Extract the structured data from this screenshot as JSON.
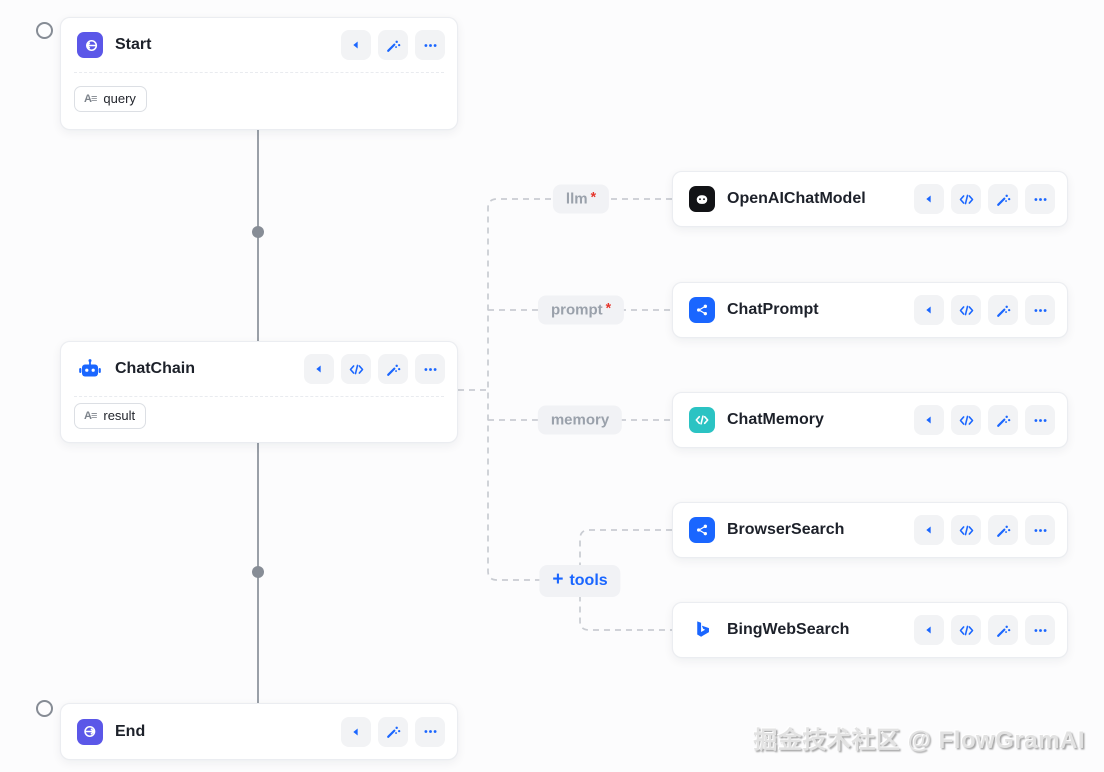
{
  "colors": {
    "accent_blue": "#1a66ff",
    "start_end_indigo": "#5b57e8",
    "memory_teal": "#2bc3c3",
    "openai_black": "#121316",
    "edge_dash_gray": "#c9ccd2",
    "edge_solid_gray": "#9aa0a8",
    "required_red": "#e5352b",
    "node_bg": "#ffffff",
    "canvas_bg": "#fcfcfd"
  },
  "nodes": {
    "start": {
      "title": "Start",
      "output_tag": "query"
    },
    "chat_chain": {
      "title": "ChatChain",
      "output_tag": "result"
    },
    "end": {
      "title": "End"
    },
    "openai_chat_model": {
      "title": "OpenAIChatModel"
    },
    "chat_prompt": {
      "title": "ChatPrompt"
    },
    "chat_memory": {
      "title": "ChatMemory"
    },
    "browser_search": {
      "title": "BrowserSearch"
    },
    "bing_web_search": {
      "title": "BingWebSearch"
    }
  },
  "edge_labels": {
    "llm": {
      "text": "llm",
      "required_mark": "*"
    },
    "prompt": {
      "text": "prompt",
      "required_mark": "*"
    },
    "memory": {
      "text": "memory"
    },
    "tools": {
      "text": "tools",
      "plus": "+"
    }
  },
  "tag_type_icon": "A≡",
  "watermark": {
    "text": "掘金技术社区 @ FlowGramAI"
  }
}
